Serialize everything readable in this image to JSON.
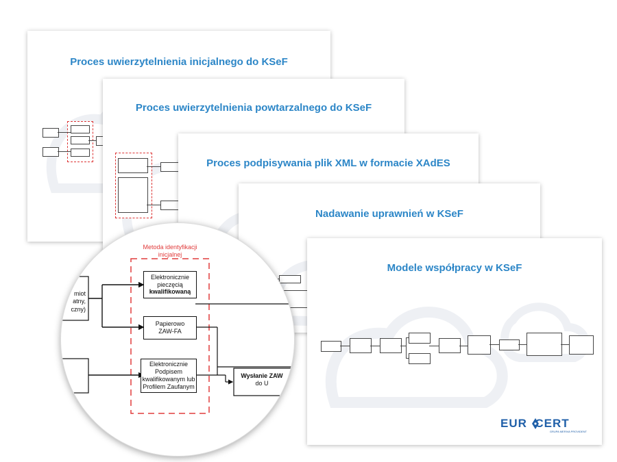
{
  "slides": [
    {
      "title": "Proces uwierzytelnienia inicjalnego do KSeF"
    },
    {
      "title": "Proces uwierzytelnienia powtarzalnego do KSeF"
    },
    {
      "title": "Proces podpisywania plik XML w formacie XAdES"
    },
    {
      "title": "Nadawanie uprawnień w KSeF"
    },
    {
      "title": "Modele współpracy w KSeF"
    }
  ],
  "zoom": {
    "method_label_line1": "Metoda identyfikacji",
    "method_label_line2": "inicjalnej",
    "box1_line1": "Elektronicznie",
    "box1_line2": "pieczęcią",
    "box1_line3": "kwalifikowaną",
    "box2_line1": "Papierowo",
    "box2_line2": "ZAW-FA",
    "box3_line1": "Elektronicznie",
    "box3_line2": "Podpisem",
    "box3_line3": "kwalifikowanym lub",
    "box3_line4": "Profilem Zaufanym",
    "left_frag1": "miot",
    "left_frag2": "atny,",
    "left_frag3": "czny)",
    "right_frag1": "Wysłanie ZAW",
    "right_frag2": "do U"
  },
  "logo": {
    "brand": "EUR  CERT",
    "tagline": "GRUPA MERIVA PROVIDENT"
  },
  "colors": {
    "title_blue": "#2c86c7",
    "dashed_red": "#e03b3b",
    "logo_blue": "#1f5fa8"
  }
}
